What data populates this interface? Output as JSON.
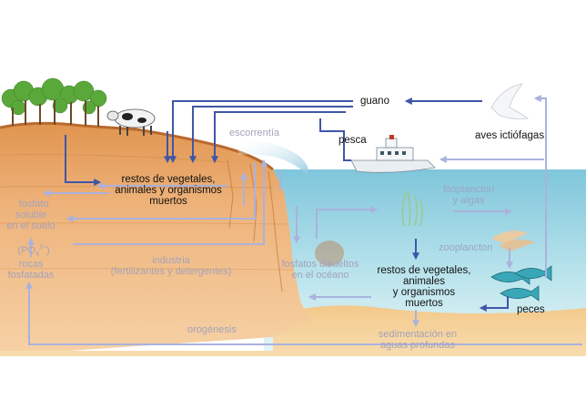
{
  "labels": {
    "guano": "guano",
    "pesca": "pesca",
    "aves": "aves ictiófagas",
    "restos_tierra": "restos de vegetales,\nanimales y organismos\nmuertos",
    "escorrentia": "escorrentía",
    "fitoplancton": "fitoplancton\ny algas",
    "zooplancton": "zooplancton",
    "fosfato_suelo_l1": "fosfato\nsoluble\nen el suelo",
    "fosfato_suelo_formula": "(PO",
    "fosfato_suelo_sub": "4",
    "fosfato_suelo_sup": "3−",
    "fosfato_suelo_close": ")",
    "rocas": "rocas\nfosfatadas",
    "industria": "industria\n(fertilizantes y detergentes)",
    "fosfatos_disueltos": "fosfatos disueltos\nen el océano",
    "restos_mar": "restos de vegetales,\nanimales\ny organismos\nmuertos",
    "peces": "peces",
    "orogenesis": "orogénesis",
    "sedimentacion": "sedimentación en\naguas profundas"
  },
  "colors": {
    "dark_arrow": "#3f57a6",
    "light_arrow": "#aab2dc",
    "sea_top": "#8fcfe0",
    "sea_bottom": "#cfeef3",
    "soil": "#e8a56c",
    "soil_dark": "#c7793d",
    "sand": "#f5cf94",
    "text_dark": "#111111",
    "text_faint": "#a3a3bb"
  }
}
